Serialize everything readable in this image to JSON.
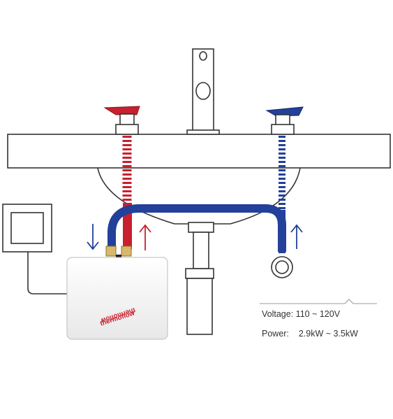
{
  "colors": {
    "hot": "#c8202e",
    "cold": "#23409a",
    "outline": "#333333",
    "heater_body": "#ffffff"
  },
  "heater": {
    "brand_text": "thermoflow"
  },
  "specs": {
    "voltage_label": "Voltage:",
    "voltage_value": "110 ~ 120V",
    "power_label": "Power:",
    "power_value": "2.9kW ~ 3.5kW"
  },
  "icons": [
    "hot-tap-handle-icon",
    "cold-tap-handle-icon",
    "faucet-icon",
    "wall-switch-icon",
    "arrow-down-icon",
    "arrow-up-icon"
  ]
}
